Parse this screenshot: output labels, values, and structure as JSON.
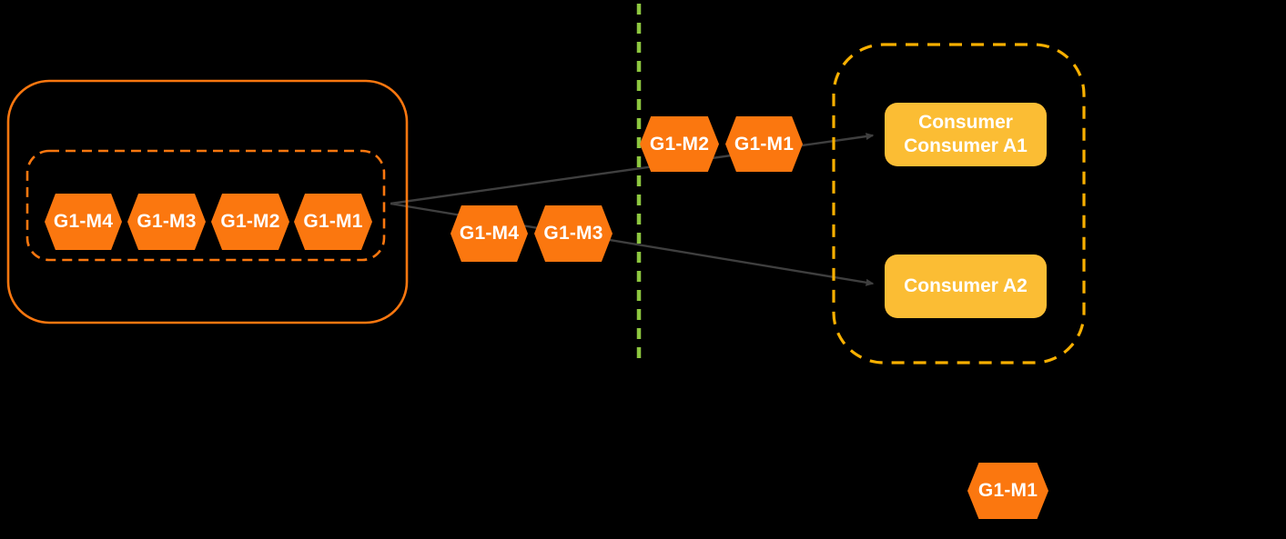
{
  "diagram": {
    "colors": {
      "background": "#000000",
      "hexagon_fill": "#FB770F",
      "queue_container_border": "#FB770F",
      "queue_inner_dashed_border": "#FB770F",
      "consumer_group_dashed_border": "#F9B000",
      "consumer_box_fill": "#FBBD34",
      "partition_divider_green": "#8DC63F",
      "arrow_gray": "#3F3F3F",
      "label_text": "#FFFFFF"
    },
    "queue": {
      "hexagons": [
        {
          "label": "G1-M4"
        },
        {
          "label": "G1-M3"
        },
        {
          "label": "G1-M2"
        },
        {
          "label": "G1-M1"
        }
      ]
    },
    "in_flight": {
      "lower_pair": [
        {
          "label": "G1-M4"
        },
        {
          "label": "G1-M3"
        }
      ],
      "upper_pair": [
        {
          "label": "G1-M2"
        },
        {
          "label": "G1-M1"
        }
      ]
    },
    "consumer_group": {
      "consumer_a1": {
        "line1": "Consumer",
        "line2": "Consumer A1"
      },
      "consumer_a2": {
        "label": "Consumer A2"
      }
    },
    "delivered_message": {
      "label": "G1-M1"
    }
  }
}
